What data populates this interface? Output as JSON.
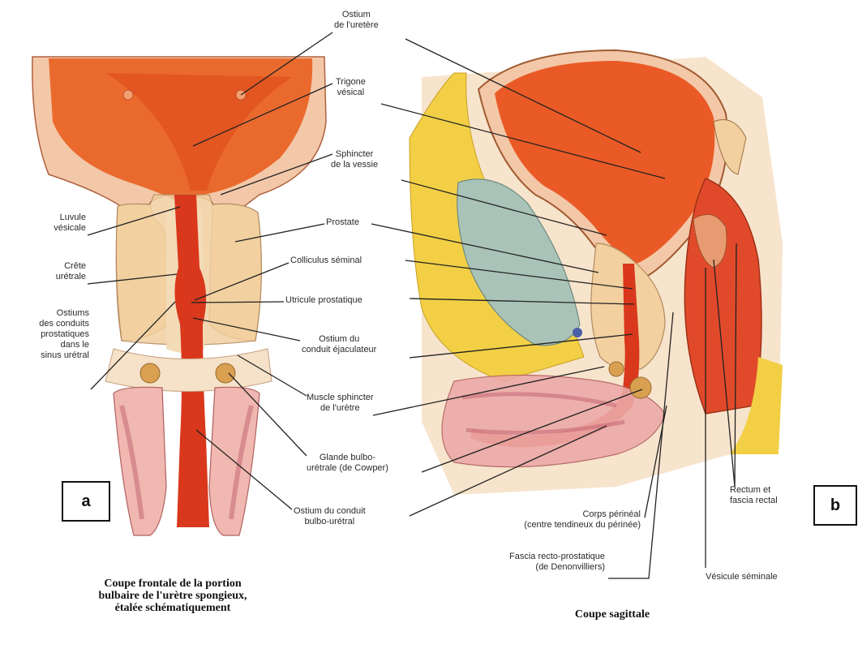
{
  "labels": {
    "ostium_uretere": "Ostium\nde l'uretère",
    "trigone_vesical": "Trigone\nvésical",
    "sphincter_vessie": "Sphincter\nde la vessie",
    "prostate": "Prostate",
    "colliculus_seminal": "Colliculus séminal",
    "utricule_prostatique": "Utricule prostatique",
    "ostium_conduit_ejaculateur": "Ostium du\nconduit éjaculateur",
    "muscle_sphincter_urethre": "Muscle sphincter\nde l'urètre",
    "glande_bulbo_urethrale": "Glande bulbo-\nurétrale (de Cowper)",
    "ostium_conduit_bulbo_urethral": "Ostium du conduit\nbulbo-urétral",
    "luvule_vesicale": "Luvule\nvésicale",
    "crete_urethrale": "Crête\nurétrale",
    "ostiums_conduits_prostatiques": "Ostiums\ndes conduits\nprostatiques\ndans le\nsinus urétral",
    "corps_perineal": "Corps périnéal\n(centre tendineux du périnée)",
    "fascia_recto_prostatique": "Fascia recto-prostatique\n(de Denonvilliers)",
    "rectum_fascia": "Rectum et\nfascia rectal",
    "vesicule_seminale": "Vésicule séminale"
  },
  "captions": {
    "frontal": "Coupe frontale de la portion\nbulbaire de l'urètre spongieux,\nétalée schématiquement",
    "sagittal": "Coupe sagittale"
  },
  "panels": {
    "a": "a",
    "b": "b"
  },
  "colors": {
    "bladder": "#e8502a",
    "bladder_light": "#f2a070",
    "urethra": "#d9381c",
    "prostate": "#f0c890",
    "skin": "#f5d9b0",
    "fat": "#f3d24a",
    "bone": "#a9c3b8",
    "muscle_pink": "#e9a0a8",
    "leader": "#222222"
  }
}
